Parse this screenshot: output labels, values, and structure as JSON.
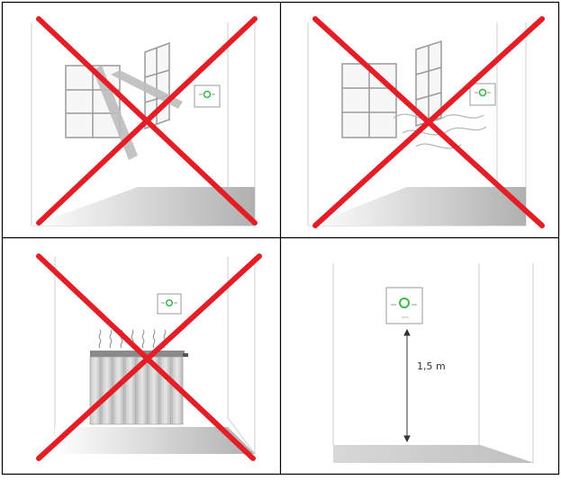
{
  "panels": [
    {
      "id": "window-sun",
      "prohibited": true,
      "description_icons": [
        "open-window-icon",
        "sunbeam-icon",
        "thermostat-icon"
      ]
    },
    {
      "id": "window-draft",
      "prohibited": true,
      "description_icons": [
        "open-window-icon",
        "draft-icon",
        "thermostat-icon"
      ]
    },
    {
      "id": "radiator-heat",
      "prohibited": true,
      "description_icons": [
        "radiator-icon",
        "heat-wave-icon",
        "thermostat-icon"
      ]
    },
    {
      "id": "correct-placement",
      "prohibited": false,
      "height_label": "1,5 m",
      "description_icons": [
        "thermostat-icon",
        "height-arrow-icon"
      ]
    }
  ],
  "colors": {
    "cross": "#e41e26",
    "wall_line": "#c8c8c8",
    "floor_dark": "#b5b5b5",
    "indicator_green": "#3cb84a"
  }
}
